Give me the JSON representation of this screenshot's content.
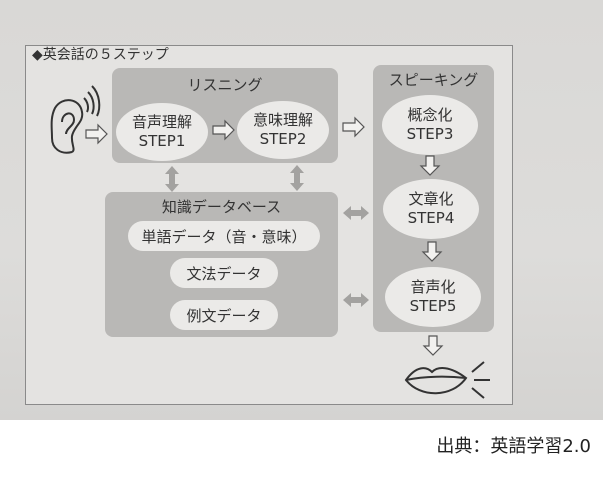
{
  "diagram": {
    "title": "◆英会話の５ステップ",
    "listening": {
      "label": "リスニング",
      "steps": [
        {
          "name": "音声理解",
          "step": "STEP1"
        },
        {
          "name": "意味理解",
          "step": "STEP2"
        }
      ]
    },
    "speaking": {
      "label": "スピーキング",
      "steps": [
        {
          "name": "概念化",
          "step": "STEP3"
        },
        {
          "name": "文章化",
          "step": "STEP4"
        },
        {
          "name": "音声化",
          "step": "STEP5"
        }
      ]
    },
    "knowledge": {
      "label": "知識データベース",
      "items": [
        "単語データ（音・意味）",
        "文法データ",
        "例文データ"
      ]
    }
  },
  "caption": "出典：英語学習2.0"
}
